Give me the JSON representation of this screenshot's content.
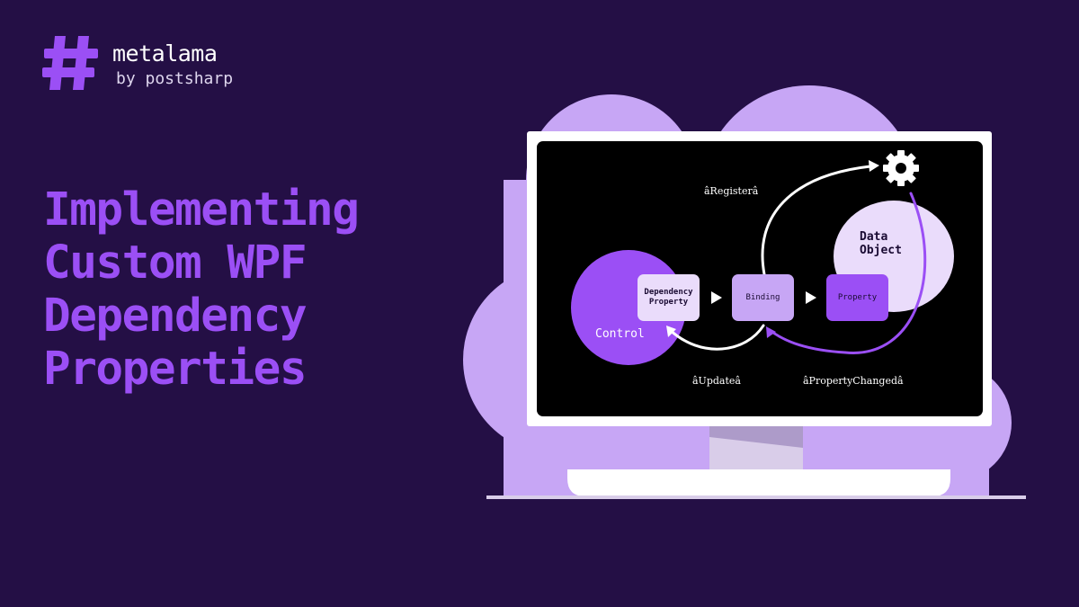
{
  "brand": {
    "name": "metalama",
    "tagline": "by postsharp",
    "icon": "hash-icon",
    "color": "#9b4ff5"
  },
  "title_lines": [
    "Implementing",
    "Custom WPF",
    "Dependency",
    "Properties"
  ],
  "diagram": {
    "nodes": {
      "control": "Control",
      "dependency_property": "Dependency Property",
      "binding": "Binding",
      "property": "Property",
      "data_object": "Data Object"
    },
    "edges": {
      "register": "âRegisterâ",
      "update": "âUpdateâ",
      "property_changed": "âPropertyChangedâ"
    },
    "icons": [
      "gear-icon",
      "play-arrow-icon"
    ]
  },
  "colors": {
    "background": "#240f45",
    "accent": "#9b4ff5",
    "cloud": "#c7a6f5",
    "screen": "#000000"
  }
}
